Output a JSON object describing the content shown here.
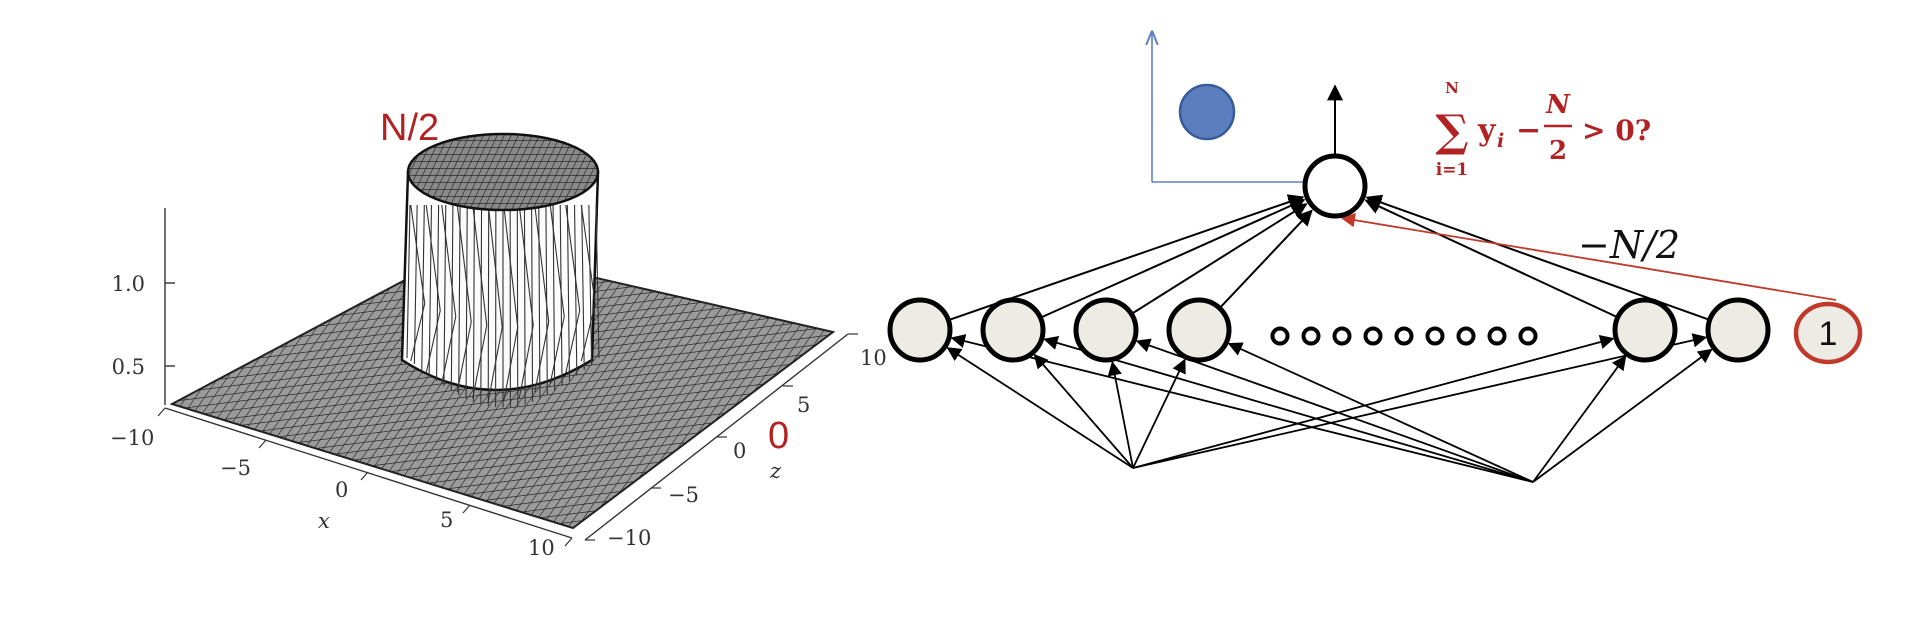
{
  "surface_plot": {
    "peak_label": "N/2",
    "base_label": "0",
    "vertical_ticks": [
      "1.0",
      "0.5"
    ],
    "x_ticks": [
      "−10",
      "−5",
      "0",
      "5",
      "10"
    ],
    "x_axis_label": "x",
    "z_ticks": [
      "−10",
      "−5",
      "0",
      "5",
      "10"
    ],
    "z_axis_label": "z"
  },
  "network": {
    "input_count_visible": 6,
    "ellipsis_dots": 9,
    "bias_value": "1",
    "bias_weight_label": "−N/2",
    "equation": {
      "sum_upper": "N",
      "sum_lower": "i=1",
      "term": "y",
      "term_subscript": "i",
      "minus": "−",
      "frac_numerator": "N",
      "frac_denominator": "2",
      "comparison": "> 0?"
    },
    "colors": {
      "neuron_fill": "#ecebe4",
      "bias_ring": "#c0392b",
      "bias_edge": "#c0392b",
      "label_red": "#b22222",
      "blue_axes": "#5b80c7",
      "blue_dot_fill": "#5b7fbe"
    }
  }
}
